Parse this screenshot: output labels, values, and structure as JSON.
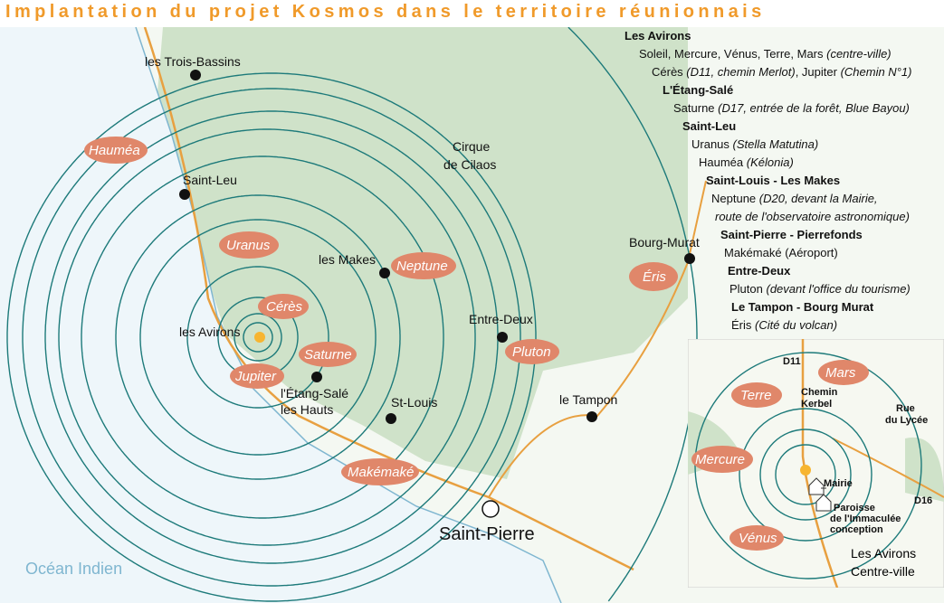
{
  "title": "Implantation du projet Kosmos dans le territoire réunionnais",
  "towns": [
    "les Trois-Bassins",
    "Saint-Leu",
    "les Makes",
    "les Avirons",
    "l'Étang-Salé",
    "les Hauts",
    "St-Louis",
    "Cirque",
    "de Cilaos",
    "Entre-Deux",
    "le Tampon",
    "Saint-Pierre",
    "Bourg-Murat"
  ],
  "ocean": "Océan Indien",
  "planets": [
    "Hauméa",
    "Uranus",
    "Neptune",
    "Cérès",
    "Saturne",
    "Jupiter",
    "Makémaké",
    "Pluton",
    "Éris"
  ],
  "legend": [
    {
      "head": "Les Avirons"
    },
    {
      "name": "Soleil, Mercure, Vénus, Terre, Mars ",
      "note": "(centre-ville)"
    },
    {
      "name": "Cérès ",
      "note": "(D11, chemin Merlot)",
      "name2": ", Jupiter ",
      "note2": "(Chemin N°1)"
    },
    {
      "head": "L'Étang-Salé"
    },
    {
      "name": "Saturne ",
      "note": "(D17, entrée de la forêt, Blue Bayou)"
    },
    {
      "head": "Saint-Leu"
    },
    {
      "name": "Uranus ",
      "note": "(Stella Matutina)"
    },
    {
      "name": "Hauméa ",
      "note": "(Kélonia)"
    },
    {
      "head": "Saint-Louis - Les Makes"
    },
    {
      "name": "Neptune ",
      "note": "(D20, devant la Mairie,"
    },
    {
      "note": "route de l'observatoire astronomique)"
    },
    {
      "head": "Saint-Pierre - Pierrefonds"
    },
    {
      "name": "Makémaké (Aéroport)"
    },
    {
      "head": "Entre-Deux"
    },
    {
      "name": "Pluton ",
      "note": "(devant l'office du tourisme)"
    },
    {
      "head": "Le Tampon - Bourg Murat"
    },
    {
      "name": "Éris ",
      "note": "(Cité du volcan)"
    }
  ],
  "inset": {
    "planets": [
      "Mars",
      "Terre",
      "Mercure",
      "Vénus"
    ],
    "labels": [
      "D11",
      "Chemin",
      "Kerbel",
      "Rue",
      "du Lycée",
      "D16",
      "Mairie",
      "Paroisse",
      "de l'Immaculée",
      "conception"
    ],
    "place": [
      "Les Avirons",
      "Centre-ville"
    ]
  }
}
